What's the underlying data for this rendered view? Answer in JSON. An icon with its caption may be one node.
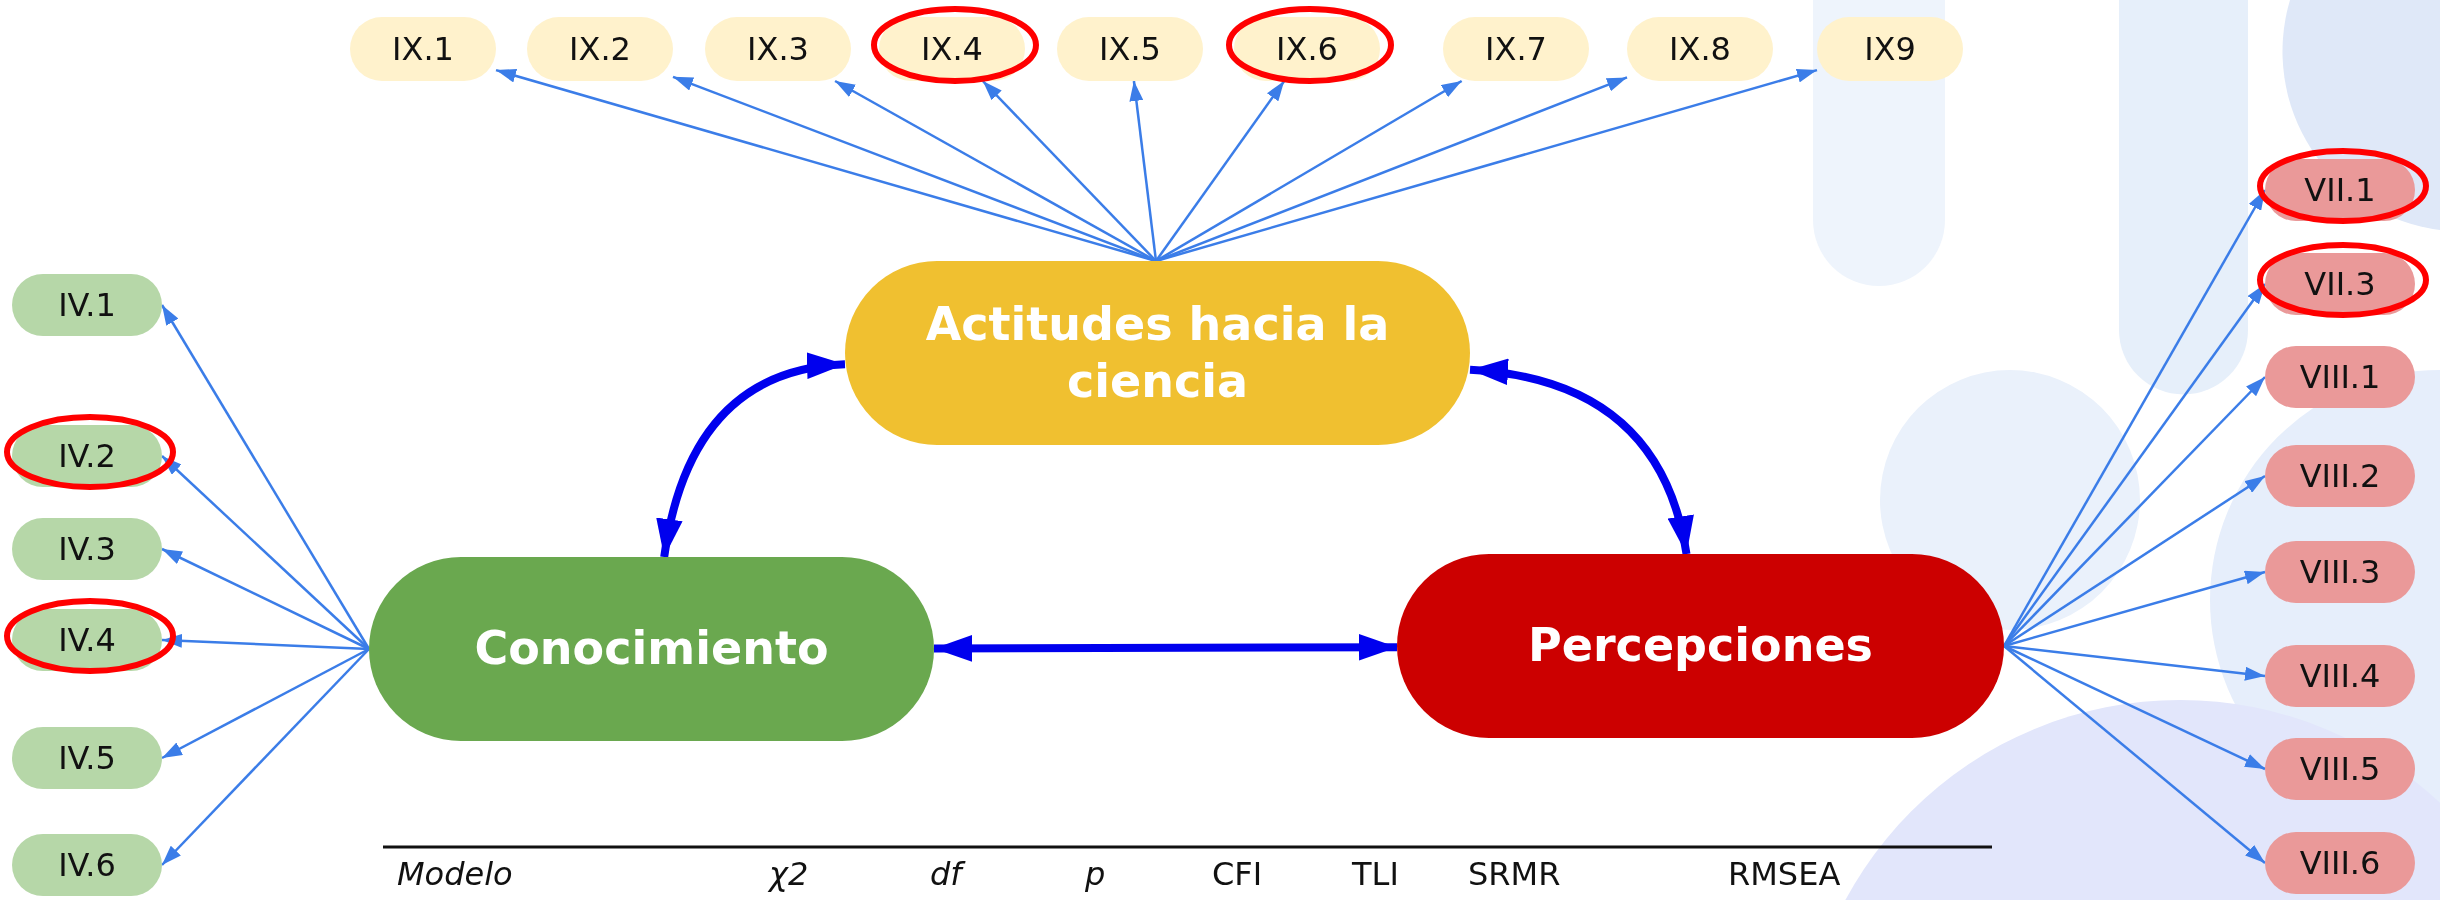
{
  "diagram": {
    "nodes": [
      {
        "text": [
          "IX.1"
        ]
      },
      {
        "text": [
          "IX.2"
        ]
      },
      {
        "text": [
          "IX.3"
        ]
      },
      {
        "text": [
          "IX.4"
        ]
      },
      {
        "text": [
          "IX.5"
        ]
      },
      {
        "text": [
          "IX.6"
        ]
      },
      {
        "text": [
          "IX.7"
        ]
      },
      {
        "text": [
          "IX.8"
        ]
      },
      {
        "text": [
          "IX9"
        ]
      },
      {
        "text": [
          "Actitudes hacia la ciencia"
        ]
      },
      {
        "text": [
          "Conocimiento"
        ]
      },
      {
        "text": [
          "Percepciones"
        ]
      },
      {
        "text": [
          "IV.1"
        ]
      },
      {
        "text": [
          "IV.2"
        ]
      },
      {
        "text": [
          "IV.3"
        ]
      },
      {
        "text": [
          "IV.4"
        ]
      },
      {
        "text": [
          "IV.5"
        ]
      },
      {
        "text": [
          "IV.6"
        ]
      },
      {
        "text": [
          "VII.1"
        ]
      },
      {
        "text": [
          "VII.3"
        ]
      },
      {
        "text": [
          "VIII.1"
        ]
      },
      {
        "text": [
          "VIII.2"
        ]
      },
      {
        "text": [
          "VIII.3"
        ]
      },
      {
        "text": [
          "VIII.4"
        ]
      },
      {
        "text": [
          "VIII.5"
        ]
      },
      {
        "text": [
          "VIII.6"
        ]
      }
    ],
    "edges": [
      {
        "from": 9,
        "to": 0,
        "arrow": "to"
      },
      {
        "from": 9,
        "to": 1,
        "arrow": "to"
      },
      {
        "from": 9,
        "to": 2,
        "arrow": "to"
      },
      {
        "from": 9,
        "to": 3,
        "arrow": "to"
      },
      {
        "from": 9,
        "to": 4,
        "arrow": "to"
      },
      {
        "from": 9,
        "to": 5,
        "arrow": "to"
      },
      {
        "from": 9,
        "to": 6,
        "arrow": "to"
      },
      {
        "from": 9,
        "to": 7,
        "arrow": "to"
      },
      {
        "from": 9,
        "to": 8,
        "arrow": "to"
      },
      {
        "from": 10,
        "to": 12,
        "arrow": "to"
      },
      {
        "from": 10,
        "to": 13,
        "arrow": "to"
      },
      {
        "from": 10,
        "to": 14,
        "arrow": "to"
      },
      {
        "from": 10,
        "to": 15,
        "arrow": "to"
      },
      {
        "from": 10,
        "to": 16,
        "arrow": "to"
      },
      {
        "from": 10,
        "to": 17,
        "arrow": "to"
      },
      {
        "from": 11,
        "to": 18,
        "arrow": "to"
      },
      {
        "from": 11,
        "to": 19,
        "arrow": "to"
      },
      {
        "from": 11,
        "to": 20,
        "arrow": "to"
      },
      {
        "from": 11,
        "to": 21,
        "arrow": "to"
      },
      {
        "from": 11,
        "to": 22,
        "arrow": "to"
      },
      {
        "from": 11,
        "to": 23,
        "arrow": "to"
      },
      {
        "from": 11,
        "to": 24,
        "arrow": "to"
      },
      {
        "from": 11,
        "to": 25,
        "arrow": "to"
      },
      {
        "from": 9,
        "to": 10,
        "arrow": "both",
        "style": "thick",
        "color": "#0000ee"
      },
      {
        "from": 9,
        "to": 11,
        "arrow": "both",
        "style": "thick",
        "color": "#0000ee"
      },
      {
        "from": 10,
        "to": 11,
        "arrow": "both",
        "style": "thick",
        "color": "#0000ee"
      }
    ],
    "labels": [
      "Modelo",
      "χ2",
      "df",
      "p",
      "CFI",
      "TLI",
      "SRMR",
      "RMSEA"
    ]
  }
}
